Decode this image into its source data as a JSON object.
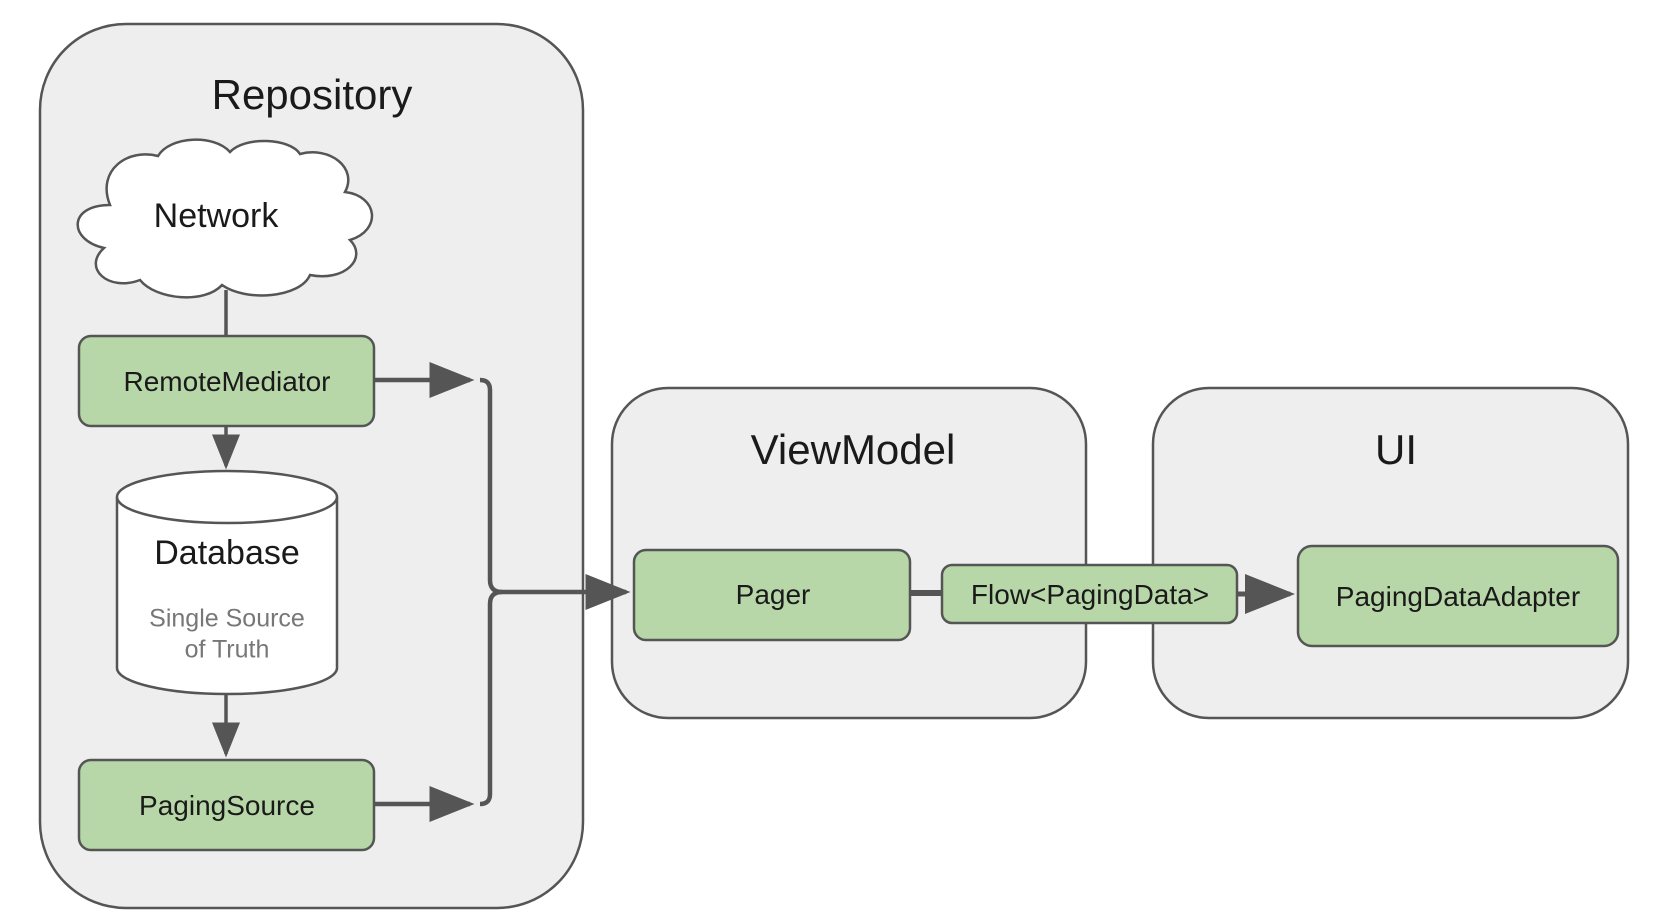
{
  "groups": {
    "repository": "Repository",
    "viewmodel": "ViewModel",
    "ui": "UI"
  },
  "nodes": {
    "network": "Network",
    "remote_mediator": "RemoteMediator",
    "database": "Database",
    "database_subtitle_line1": "Single Source",
    "database_subtitle_line2": "of Truth",
    "paging_source": "PagingSource",
    "pager": "Pager",
    "flow": "Flow<PagingData>",
    "paging_data_adapter": "PagingDataAdapter"
  },
  "colors": {
    "group_fill": "#eeeeee",
    "group_stroke": "#555555",
    "component_fill": "#b8d7a8",
    "component_stroke": "#555555",
    "arrow": "#555555",
    "subtitle_text": "#777777"
  }
}
